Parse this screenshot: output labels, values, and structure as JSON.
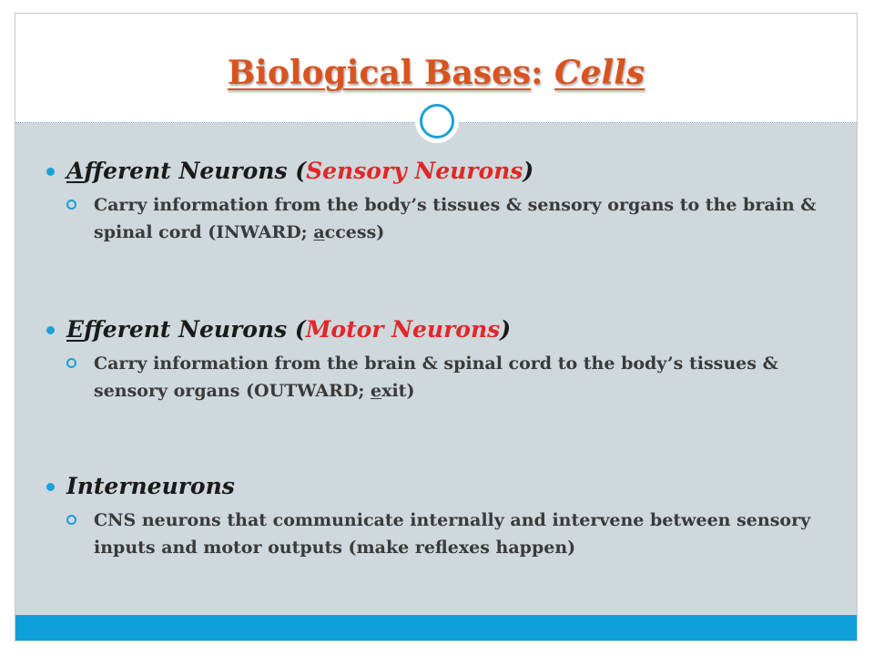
{
  "slide": {
    "title": {
      "part1": "Biological Bases",
      "colon": ": ",
      "part2": "Cells"
    },
    "sections": [
      {
        "heading": {
          "lead": "A",
          "pre": "fferent Neurons (",
          "alt": "Sensory Neurons",
          "post": ")"
        },
        "text": {
          "pre": "Carry information from the body’s tissues & sensory organs to the brain & spinal cord (INWARD; ",
          "lead": "a",
          "post": "ccess)"
        }
      },
      {
        "heading": {
          "lead": "E",
          "pre": "fferent Neurons (",
          "alt": "Motor Neurons",
          "post": ")"
        },
        "text": {
          "pre": "Carry information from the brain & spinal cord to the body’s tissues & sensory organs (OUTWARD; ",
          "lead": "e",
          "post": "xit)"
        }
      },
      {
        "heading": {
          "label": "Interneurons"
        },
        "text": {
          "full": "CNS neurons that communicate internally and intervene between sensory inputs and motor outputs (make reflexes happen)"
        }
      }
    ]
  },
  "colors": {
    "title": "#d8531f",
    "accent_red": "#e02828",
    "bullet_blue": "#1aa1d6",
    "content_bg": "#cfd8dc",
    "bottom_bar": "#0f9fd8"
  },
  "icons": {
    "bullet": "filled-circle",
    "sub_bullet": "hollow-circle",
    "divider_ornament": "ring"
  }
}
